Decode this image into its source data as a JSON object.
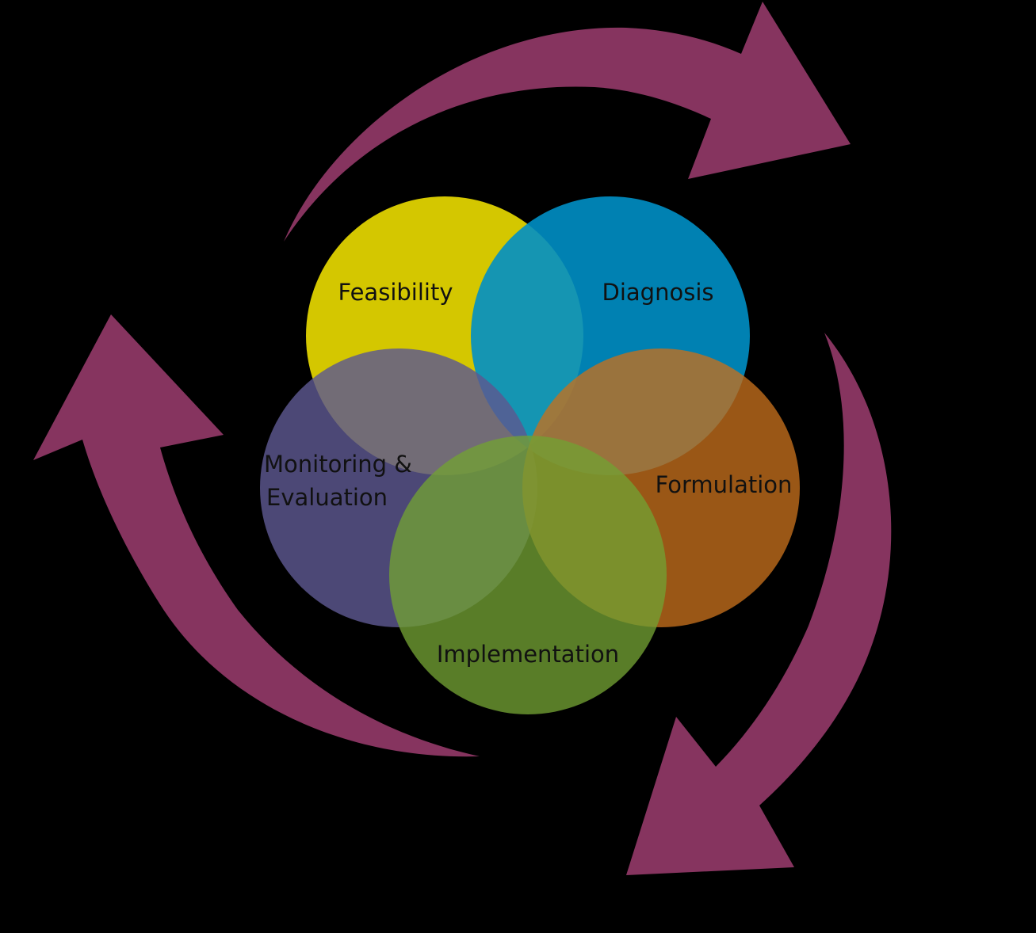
{
  "diagram": {
    "type": "cycle-venn",
    "stages": [
      {
        "id": "feasibility",
        "label": "Feasibility",
        "color": "#D4C700"
      },
      {
        "id": "diagnosis",
        "label": "Diagnosis",
        "color": "#008FC5"
      },
      {
        "id": "formulation",
        "label": "Formulation",
        "color": "#C5701C"
      },
      {
        "id": "implementation",
        "label": "Implementation",
        "color": "#72A033"
      },
      {
        "id": "monitoring",
        "label_line1": "Monitoring &",
        "label_line2": "Evaluation",
        "color": "#5D5890"
      }
    ],
    "overlap_colors": {
      "feasibility_diagnosis": "#00AECE",
      "feasibility_monitoring": "#8279A3",
      "diagnosis_formulation": "#C98C45",
      "monitoring_implementation": "#85B05A",
      "formulation_implementation": "#9DB93C"
    },
    "arrows": {
      "color": "#86345F",
      "count": 3,
      "direction": "clockwise"
    },
    "background": "#000000"
  }
}
